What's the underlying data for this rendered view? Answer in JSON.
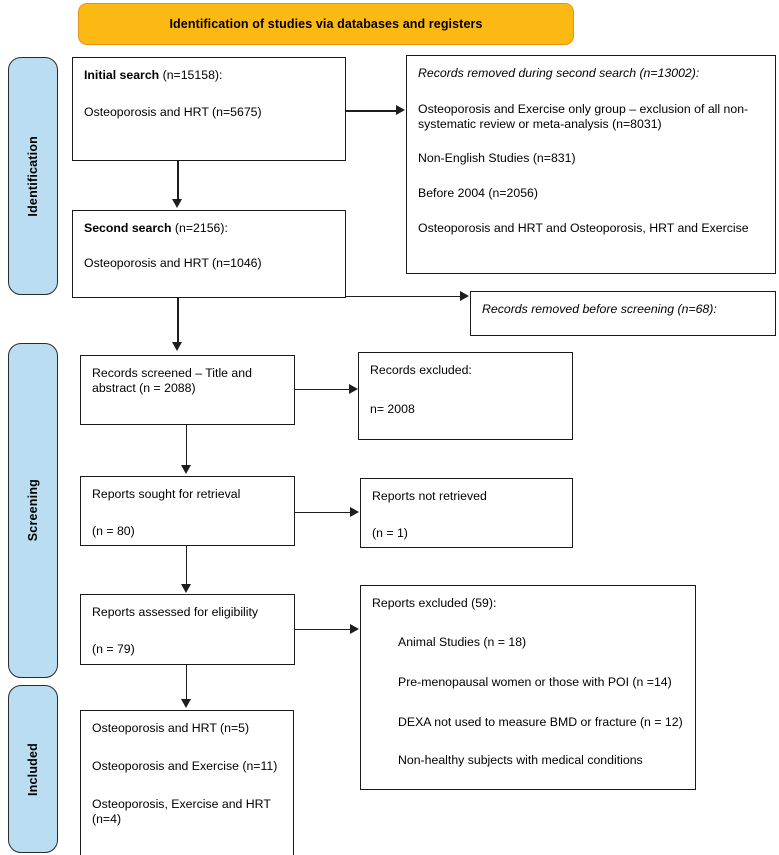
{
  "diagram": {
    "title": "Identification of studies via databases and registers",
    "phases": [
      {
        "id": "identification",
        "label": "Identification"
      },
      {
        "id": "screening",
        "label": "Screening"
      },
      {
        "id": "included",
        "label": "Included"
      }
    ],
    "boxes": {
      "initial_search": {
        "line1_bold": "Initial search",
        "line1_rest": " (n=15158):",
        "line2": "Osteoporosis and HRT (n=5675)"
      },
      "removed_second_search": {
        "heading": "Records removed during second search (n=13002):",
        "item1": "Osteoporosis and Exercise only group – exclusion of all non-systematic review or meta-analysis (n=8031)",
        "item2": "Non-English Studies (n=831)",
        "item3": "Before 2004 (n=2056)",
        "item4": "Osteoporosis and HRT and Osteoporosis, HRT and Exercise"
      },
      "second_search": {
        "line1_bold": "Second search",
        "line1_rest": " (n=2156):",
        "line2": "Osteoporosis and HRT (n=1046)"
      },
      "removed_before_screening": {
        "heading": "Records removed before screening (n=68):"
      },
      "records_screened": {
        "line1": "Records screened – Title and abstract (n = 2088)"
      },
      "records_excluded": {
        "line1": "Records excluded:",
        "line2": "n= 2008"
      },
      "reports_sought": {
        "line1": "Reports sought for retrieval",
        "line2": "(n = 80)"
      },
      "reports_not_retrieved": {
        "line1": "Reports not retrieved",
        "line2": "(n = 1)"
      },
      "reports_assessed": {
        "line1": "Reports assessed for eligibility",
        "line2": "(n = 79)"
      },
      "reports_excluded": {
        "heading": "Reports excluded (59):",
        "item1": "Animal Studies (n = 18)",
        "item2": "Pre-menopausal women or those with POI (n =14)",
        "item3": "DEXA not used to measure BMD or fracture (n = 12)",
        "item4": "Non-healthy subjects with medical conditions"
      },
      "included_results": {
        "line1": "Osteoporosis and HRT (n=5)",
        "line2": "Osteoporosis and Exercise (n=11)",
        "line3": "Osteoporosis, Exercise and HRT (n=4)"
      }
    },
    "colors": {
      "banner_fill": "#FDB913",
      "banner_border": "#E8921E",
      "phase_fill": "#BBDDF2",
      "box_border": "#1a1a1a",
      "connector": "#1d1d1d"
    }
  }
}
